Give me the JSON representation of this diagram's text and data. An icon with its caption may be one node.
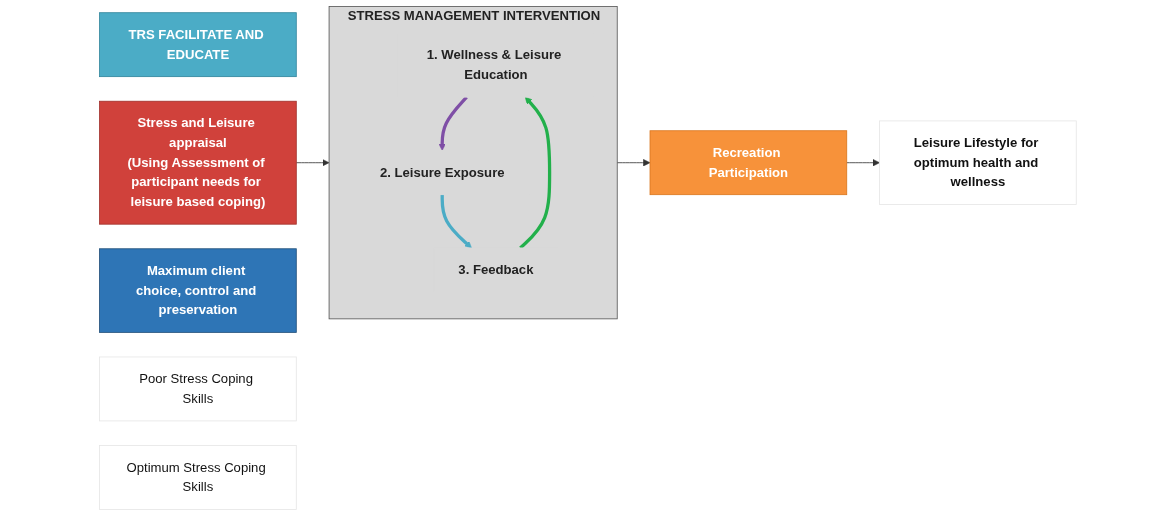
{
  "diagram": {
    "nodes": [
      {
        "text": [
          "TRS FACILITATE AND EDUCATE"
        ]
      },
      {
        "text": [
          "STRESS MANAGEMENT INTERVENTION"
        ]
      },
      {
        "text": [
          "1. Wellness & Leisure Education"
        ],
        "in": 1
      },
      {
        "text": [
          "2. Leisure Exposure"
        ],
        "in": 1
      },
      {
        "text": [
          "3. Feedback"
        ],
        "in": 1
      },
      {
        "text": [
          "Stress and Leisure appraisal",
          "(Using Assessment of participant needs for leisure based coping)"
        ]
      },
      {
        "text": [
          "Recreation Participation"
        ]
      },
      {
        "text": [
          "Leisure Lifestyle for optimum health and wellness"
        ]
      },
      {
        "text": [
          "Maximum client choice, control and preservation"
        ]
      },
      {
        "text": [
          "Poor Stress Coping Skills"
        ]
      },
      {
        "text": [
          "Optimum Stress Coping Skills"
        ]
      }
    ],
    "edges": [
      {
        "from": 5,
        "to": 1,
        "arrow": "to"
      },
      {
        "from": 1,
        "to": 6,
        "arrow": "to"
      },
      {
        "from": 6,
        "to": 7,
        "arrow": "to"
      },
      {
        "from": 2,
        "to": 3,
        "arrow": "to",
        "style": "thick",
        "color": "#7f4fa6"
      },
      {
        "from": 3,
        "to": 4,
        "arrow": "to",
        "style": "thick",
        "color": "#4bacc6"
      },
      {
        "from": 4,
        "to": 2,
        "arrow": "to",
        "style": "thick",
        "color": "#22b04b"
      }
    ]
  }
}
